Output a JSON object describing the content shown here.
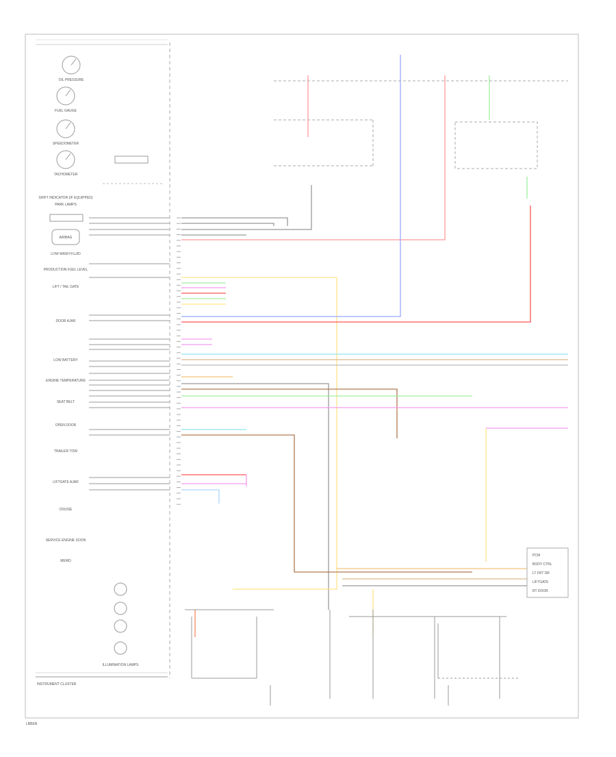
{
  "diagram": {
    "page_code": "LBBEN",
    "cluster_caption": "INSTRUMENT CLUSTER",
    "gauges": [
      "OIL PRESSURE",
      "FUEL GAUGE",
      "SPEEDOMETER",
      "TACHOMETER"
    ],
    "cluster_items": [
      "SHIFT INDICATOR (IF EQUIPPED)",
      "PARK LAMPS",
      "AIRBAG",
      "LOW WASH FLUID",
      "PRODUCTION FUEL LEVEL",
      "LIFT / TAIL GATE",
      "DOOR AJAR",
      "LOW BATTERY",
      "ENGINE TEMPERATURE",
      "SEAT BELT",
      "OPEN DOOR",
      "TRAILER TOW",
      "LIFTGATE AJAR",
      "CRUISE",
      "SERVICE ENGINE SOON",
      "MEMO"
    ],
    "illumination_caption": "ILLUMINATION LAMPS",
    "right_box_labels": [
      "PCM",
      "BODY CTRL",
      "LT FRT DR",
      "LIFTGATE",
      "RT DOOR"
    ],
    "colors": {
      "frame": "#bbbbbb",
      "wire": "#888888",
      "red": "#ff5555",
      "pink": "#ff9999",
      "blue": "#9aa8ff",
      "yellow": "#ffe38a",
      "orange": "#f2c47a",
      "brown": "#b07a52",
      "cyan": "#8fe8ec",
      "green": "#9ff09f",
      "magenta": "#f59af0",
      "lightblue": "#aad8ff",
      "tan": "#d9b98a"
    }
  }
}
